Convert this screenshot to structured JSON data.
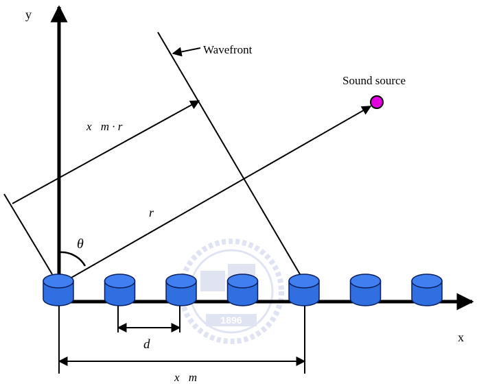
{
  "labels": {
    "y_axis": "y",
    "x_axis": "x",
    "wavefront": "Wavefront",
    "sound_source": "Sound source",
    "projection": "x⃗m · r⃗",
    "r_vector": "r⃗",
    "theta": "θ",
    "spacing": "d",
    "xm_vector": "x⃗m",
    "watermark_year": "1896"
  },
  "colors": {
    "mic_fill": "#2f6fe0",
    "mic_top": "#3f7ff0",
    "mic_stroke": "#0b1f5e",
    "source_fill": "#e000e0",
    "line": "#000000",
    "watermark": "#c8cde8"
  },
  "microphones": {
    "count": 7
  },
  "icons": {
    "microphone": "cylinder-microphone-icon",
    "source": "sound-source-dot-icon",
    "watermark": "university-seal-watermark"
  }
}
